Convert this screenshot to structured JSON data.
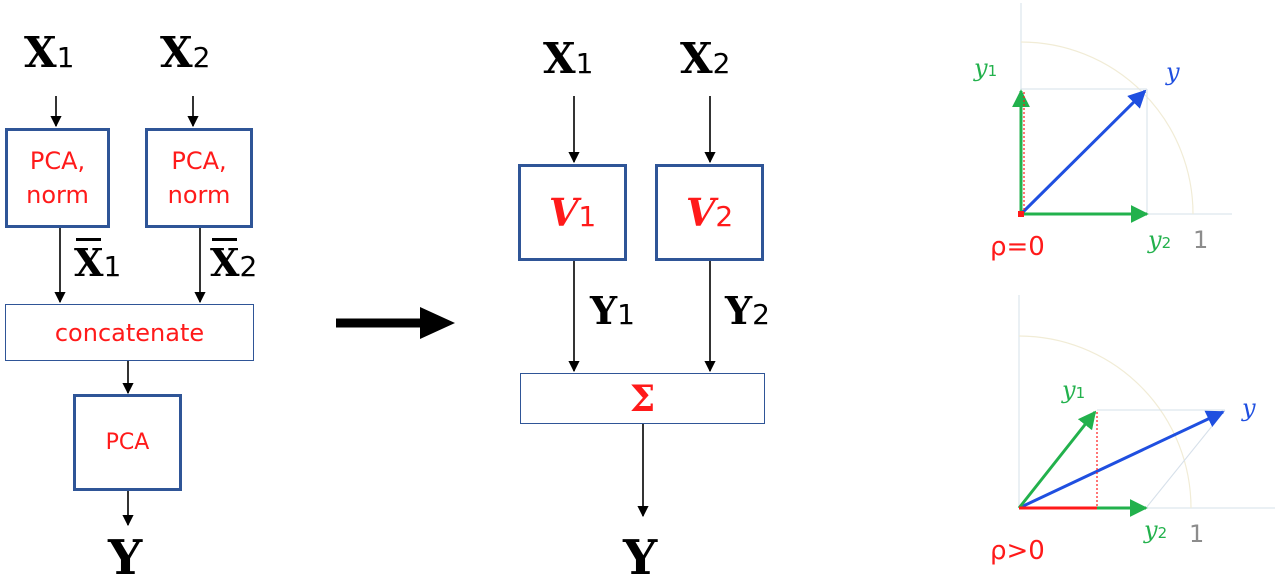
{
  "left": {
    "x1": {
      "base": "X",
      "sub": "1"
    },
    "x2": {
      "base": "X",
      "sub": "2"
    },
    "pca_norm_1": [
      "PCA,",
      "norm"
    ],
    "pca_norm_2": [
      "PCA,",
      "norm"
    ],
    "xbar1": {
      "base": "X",
      "sub": "1"
    },
    "xbar2": {
      "base": "X",
      "sub": "2"
    },
    "concatenate": "concatenate",
    "pca": "PCA",
    "y": "Y"
  },
  "middle": {
    "x1": {
      "base": "X",
      "sub": "1"
    },
    "x2": {
      "base": "X",
      "sub": "2"
    },
    "v1": {
      "base": "V",
      "sub": "1"
    },
    "v2": {
      "base": "V",
      "sub": "2"
    },
    "y1": {
      "base": "Y",
      "sub": "1"
    },
    "y2": {
      "base": "Y",
      "sub": "2"
    },
    "sum": "Σ",
    "y": "Y"
  },
  "right_top": {
    "y": "y",
    "y1": "y",
    "y1_sub": "1",
    "y2": "y",
    "y2_sub": "2",
    "one": "1",
    "rho": "ρ=0"
  },
  "right_bottom": {
    "y": "y",
    "y1": "y",
    "y1_sub": "1",
    "y2": "y",
    "y2_sub": "2",
    "one": "1",
    "rho": "ρ>0"
  },
  "colors": {
    "box_border": "#2f5597",
    "red": "#ff1a1a",
    "green": "#22b14c",
    "blue": "#1f4fe0",
    "gray": "#8c8c8c"
  }
}
